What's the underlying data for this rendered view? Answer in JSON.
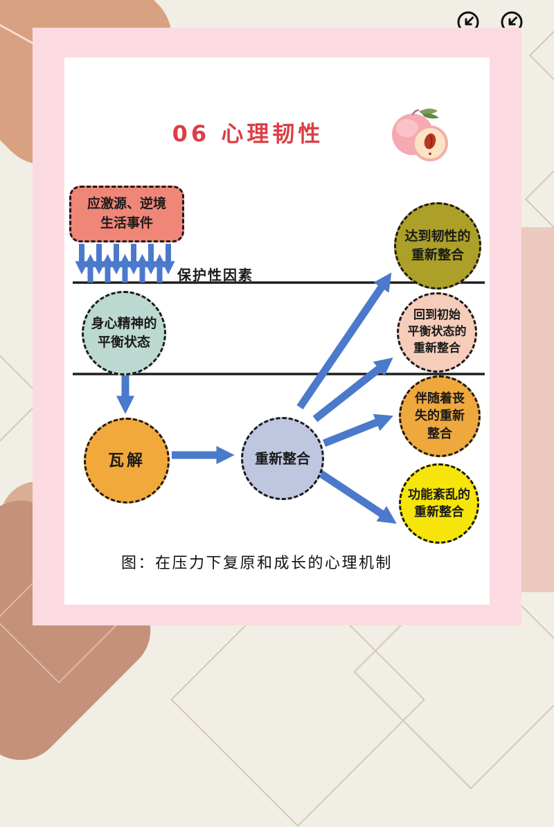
{
  "page": {
    "background_color": "#F1EEE6",
    "frame_color": "#FBDBE1",
    "watermark_icons": [
      "arrow-down-left-icon",
      "arrow-down-left-icon"
    ]
  },
  "card": {
    "title": "06 心理韧性",
    "title_color": "#DC3E45",
    "decorative_icon": "peach-icon",
    "caption": "图：在压力下复原和成长的心理机制"
  },
  "diagram": {
    "arrow_color": "#4B79CB",
    "line_color": "#1E1E1E",
    "stressor_box": {
      "text": "应激源、逆境\n生活事件",
      "fill": "#EF8678"
    },
    "protective_label": "保护性因素",
    "nodes": {
      "balance": {
        "text": "身心精神的\n平衡状态",
        "fill": "#BCD9D1"
      },
      "disintegration": {
        "text": "瓦解",
        "fill": "#F2A93B"
      },
      "reintegration": {
        "text": "重新整合",
        "fill": "#BFC7E0"
      },
      "resilient": {
        "text": "达到韧性的\n重新整合",
        "fill": "#ADA028"
      },
      "back_to_baseline": {
        "text": "回到初始\n平衡状态的\n重新整合",
        "fill": "#F5CDBA"
      },
      "with_loss": {
        "text": "伴随着丧\n失的重新\n整合",
        "fill": "#EFA83D"
      },
      "dysfunctional": {
        "text": "功能紊乱的\n重新整合",
        "fill": "#F6E50A"
      }
    }
  }
}
